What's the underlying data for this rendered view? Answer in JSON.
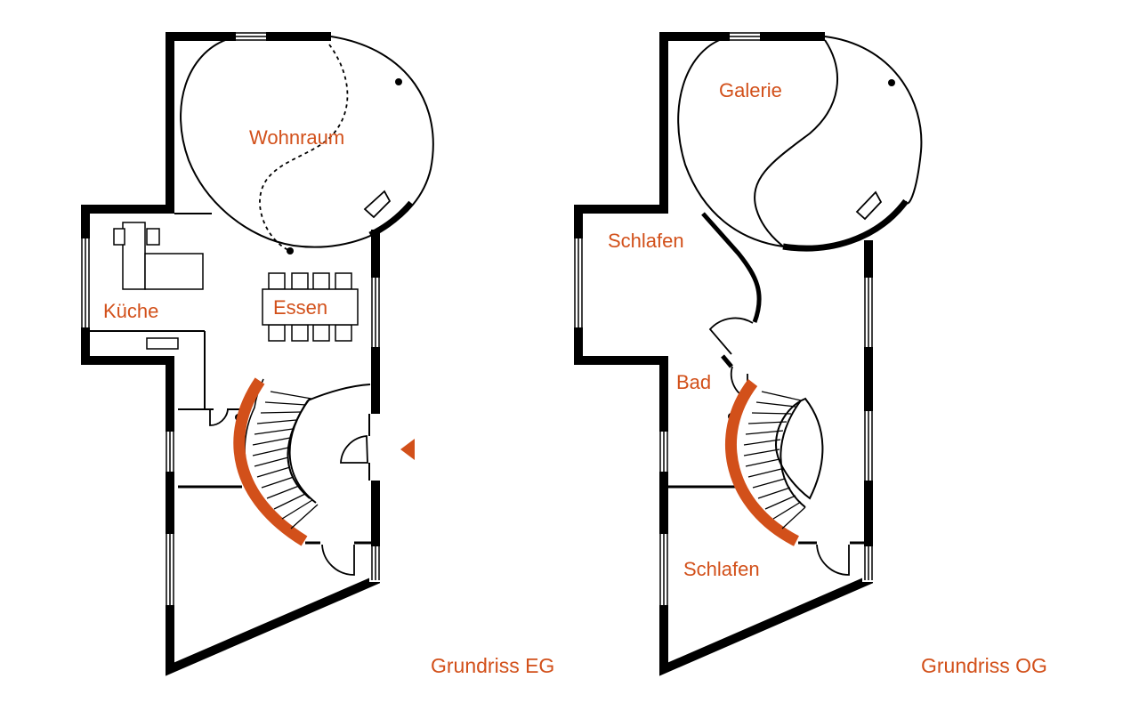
{
  "colors": {
    "accent": "#d2501a",
    "wall": "#000000",
    "background": "#ffffff"
  },
  "ground_floor": {
    "rooms": {
      "living": "Wohnraum",
      "kitchen": "Küche",
      "dining": "Essen"
    },
    "caption": "Grundriss EG"
  },
  "upper_floor": {
    "rooms": {
      "gallery": "Galerie",
      "bedroom_top": "Schlafen",
      "bath": "Bad",
      "bedroom_bottom": "Schlafen"
    },
    "caption": "Grundriss OG"
  }
}
